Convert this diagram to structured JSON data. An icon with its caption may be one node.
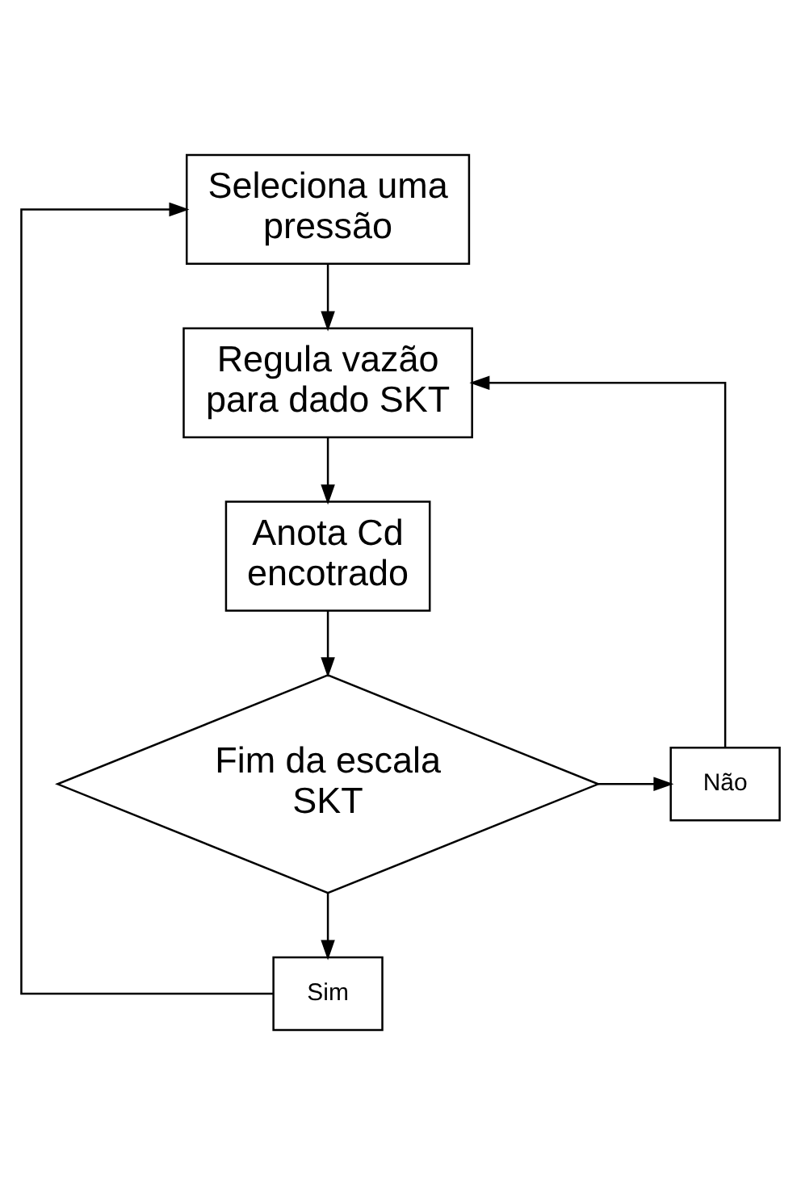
{
  "diagram": {
    "nodes": [
      {
        "text": [
          "Seleciona uma pressão"
        ]
      },
      {
        "text": [
          "Regula vazão para dado SKT"
        ]
      },
      {
        "text": [
          "Anota Cd encotrado"
        ]
      },
      {
        "text": [
          "Fim da escala SKT"
        ]
      },
      {
        "text": [
          "Não"
        ]
      },
      {
        "text": [
          "Sim"
        ]
      }
    ],
    "edges": [
      {
        "from": 0,
        "to": 1,
        "arrow": "to"
      },
      {
        "from": 1,
        "to": 2,
        "arrow": "to"
      },
      {
        "from": 2,
        "to": 3,
        "arrow": "to"
      },
      {
        "from": 3,
        "to": 4,
        "arrow": "to"
      },
      {
        "from": 4,
        "to": 1,
        "arrow": "to"
      },
      {
        "from": 3,
        "to": 5,
        "arrow": "to"
      },
      {
        "from": 5,
        "to": 0,
        "arrow": "to"
      }
    ]
  }
}
